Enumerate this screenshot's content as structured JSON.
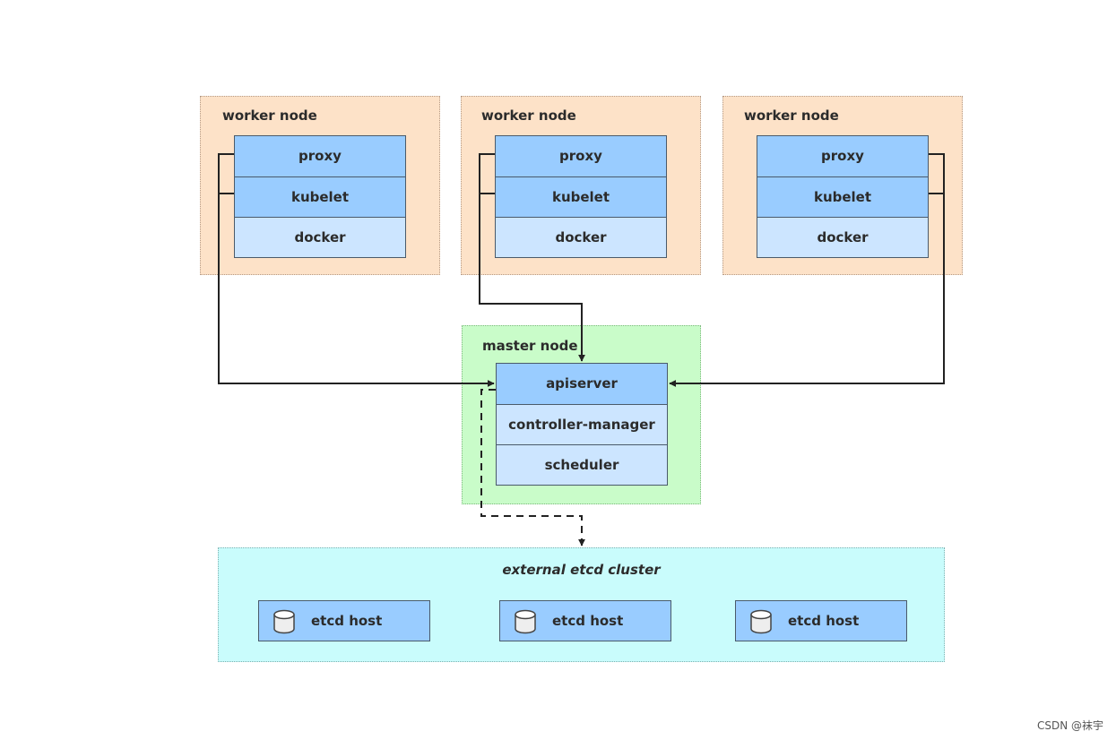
{
  "workers": [
    {
      "title": "worker node",
      "components": [
        "proxy",
        "kubelet",
        "docker"
      ]
    },
    {
      "title": "worker node",
      "components": [
        "proxy",
        "kubelet",
        "docker"
      ]
    },
    {
      "title": "worker node",
      "components": [
        "proxy",
        "kubelet",
        "docker"
      ]
    }
  ],
  "master": {
    "title": "master node",
    "components": [
      "apiserver",
      "controller-manager",
      "scheduler"
    ]
  },
  "etcd": {
    "title": "external etcd cluster",
    "hosts": [
      "etcd host",
      "etcd host",
      "etcd host"
    ]
  },
  "watermark": "CSDN @袜宇",
  "colors": {
    "worker_bg": "#fde2c8",
    "master_bg": "#c9fcc9",
    "etcd_bg": "#c9fcfc",
    "component_dark": "#99ccff",
    "component_light": "#cce5ff"
  }
}
